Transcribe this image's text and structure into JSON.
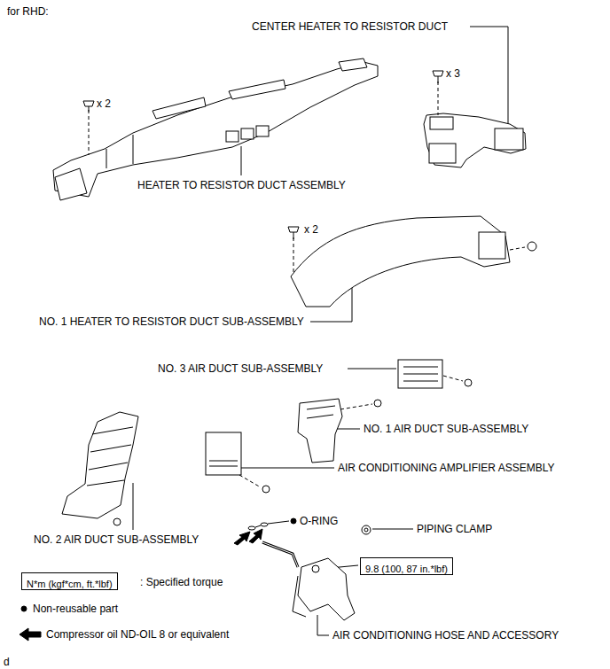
{
  "diagram": {
    "title": "for RHD:",
    "nodes": [
      {
        "text": [
          "9.8 (100, 87 in.*lbf)"
        ]
      },
      {
        "text": [
          "N*m (kgf*cm, ft.*lbf)"
        ]
      }
    ],
    "edges": [],
    "labels": [
      "CENTER HEATER TO RESISTOR DUCT",
      "x 3",
      "x 2",
      "HEATER TO RESISTOR DUCT ASSEMBLY",
      "x 2",
      "NO. 1 HEATER TO RESISTOR DUCT SUB-ASSEMBLY",
      "NO. 3 AIR DUCT SUB-ASSEMBLY",
      "NO. 1 AIR DUCT SUB-ASSEMBLY",
      "AIR CONDITIONING AMPLIFIER ASSEMBLY",
      "NO. 2 AIR DUCT SUB-ASSEMBLY",
      "O-RING",
      "PIPING CLAMP",
      "AIR CONDITIONING HOSE AND ACCESSORY",
      "d"
    ],
    "legend": [
      {
        "text": ": Specified torque"
      },
      {
        "text": "Non-reusable part"
      },
      {
        "text": "Compressor oil ND-OIL 8 or equivalent"
      }
    ]
  }
}
